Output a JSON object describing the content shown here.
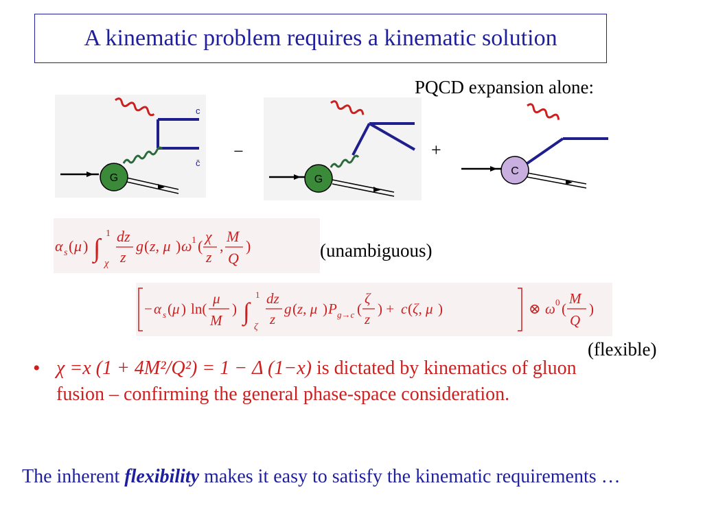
{
  "slide": {
    "title": "A kinematic problem requires a kinematic solution",
    "expansion_label": "PQCD expansion alone:",
    "operators": {
      "minus": "−",
      "plus": "+"
    },
    "diagrams": {
      "gluon_blob": "G",
      "charm_blob": "C",
      "quark_label": "c",
      "antiquark_label": "c̄"
    },
    "formula1": {
      "label": "(unambiguous)"
    },
    "formula2": {
      "label": "(flexible)"
    },
    "bullet": {
      "italic_part": "χ =x (1 + 4M²/Q²) = 1 − Δ (1−x)",
      "text_part": " is dictated by kinematics of gluon fusion – confirming the general phase-space consideration."
    },
    "bottom": {
      "pre": "The inherent ",
      "emph": "flexibility",
      "post": " makes it easy to satisfy the kinematic requirements …"
    },
    "colors": {
      "title_blue": "#1f1f9e",
      "bullet_red": "#cc1f1f",
      "blob_green": "#3a8a3a",
      "blob_purple": "#c9aee0",
      "photon_red": "#cc1f1f",
      "line_navy": "#1e1e8c"
    }
  }
}
